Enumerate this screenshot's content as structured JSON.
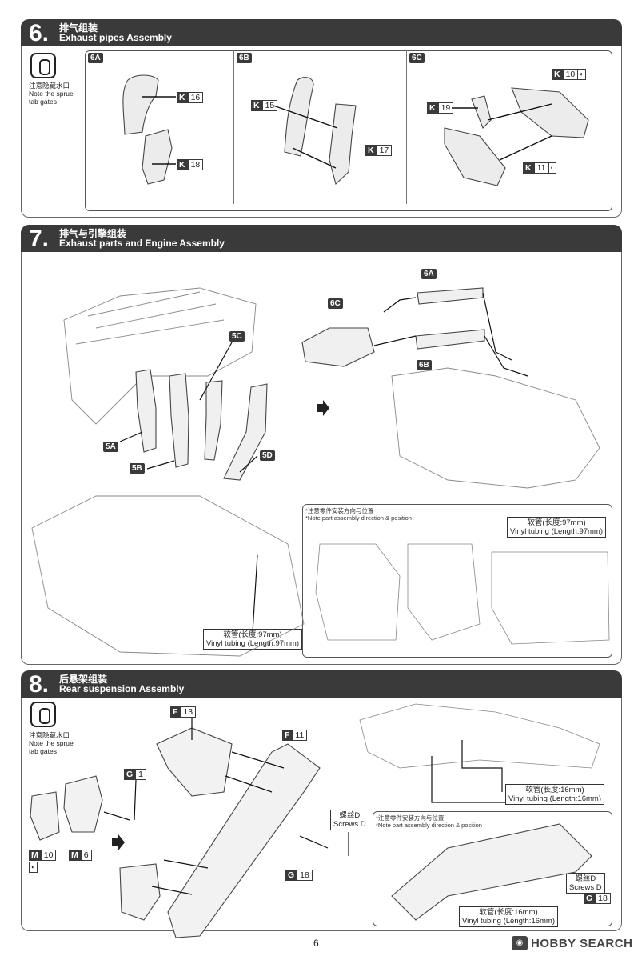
{
  "page": {
    "number": "6"
  },
  "logo": {
    "text": "HOBBY SEARCH"
  },
  "sections": [
    {
      "num": "6.",
      "cn": "排气组装",
      "en": "Exhaust pipes Assembly",
      "note": {
        "cn": "注意隐藏水口",
        "en1": "Note the sprue",
        "en2": "tab gates"
      },
      "panels": [
        {
          "label": "6A",
          "parts": [
            {
              "letter": "K",
              "num": "16"
            },
            {
              "letter": "K",
              "num": "18"
            }
          ]
        },
        {
          "label": "6B",
          "parts": [
            {
              "letter": "K",
              "num": "15"
            },
            {
              "letter": "K",
              "num": "17"
            }
          ]
        },
        {
          "label": "6C",
          "parts": [
            {
              "letter": "K",
              "num": "10",
              "glyph": "◐"
            },
            {
              "letter": "K",
              "num": "19"
            },
            {
              "letter": "K",
              "num": "11",
              "glyph": "◐"
            }
          ]
        }
      ]
    },
    {
      "num": "7.",
      "cn": "排气与引擎组装",
      "en": "Exhaust parts and Engine Assembly",
      "tags": [
        "5C",
        "5A",
        "5B",
        "5D",
        "6A",
        "6C",
        "6B"
      ],
      "tubing": {
        "cn": "软管(长度:97mm)",
        "en": "Vinyl tubing (Length:97mm)"
      },
      "tubing2": {
        "cn": "软管(长度:97mm)",
        "en": "Vinyl tubing (Length:97mm)"
      },
      "direction_note": {
        "cn": "*注意零件安装方向与位置",
        "en": "*Note part assembly direction & position"
      }
    },
    {
      "num": "8.",
      "cn": "后悬架组装",
      "en": "Rear suspension Assembly",
      "note": {
        "cn": "注意隐藏水口",
        "en1": "Note the sprue",
        "en2": "tab gates"
      },
      "parts": [
        {
          "letter": "F",
          "num": "13"
        },
        {
          "letter": "F",
          "num": "11"
        },
        {
          "letter": "G",
          "num": "1"
        },
        {
          "letter": "M",
          "num": "10"
        },
        {
          "letter": "M",
          "num": "6"
        },
        {
          "letter": "G",
          "num": "18"
        },
        {
          "letter": "G",
          "num": "18"
        }
      ],
      "screws": {
        "cn": "螺丝D",
        "en": "Screws D"
      },
      "screws2": {
        "cn": "螺丝D",
        "en": "Screws D"
      },
      "tubing_top": {
        "cn": "软管(长度:16mm)",
        "en": "Vinyl tubing (Length:16mm)"
      },
      "tubing_bottom": {
        "cn": "软管(长度:16mm)",
        "en": "Vinyl tubing (Length:16mm)"
      },
      "direction_note": {
        "cn": "*注意零件安装方向与位置",
        "en": "*Note part assembly direction & position"
      },
      "m10_glyph": "◐"
    }
  ]
}
